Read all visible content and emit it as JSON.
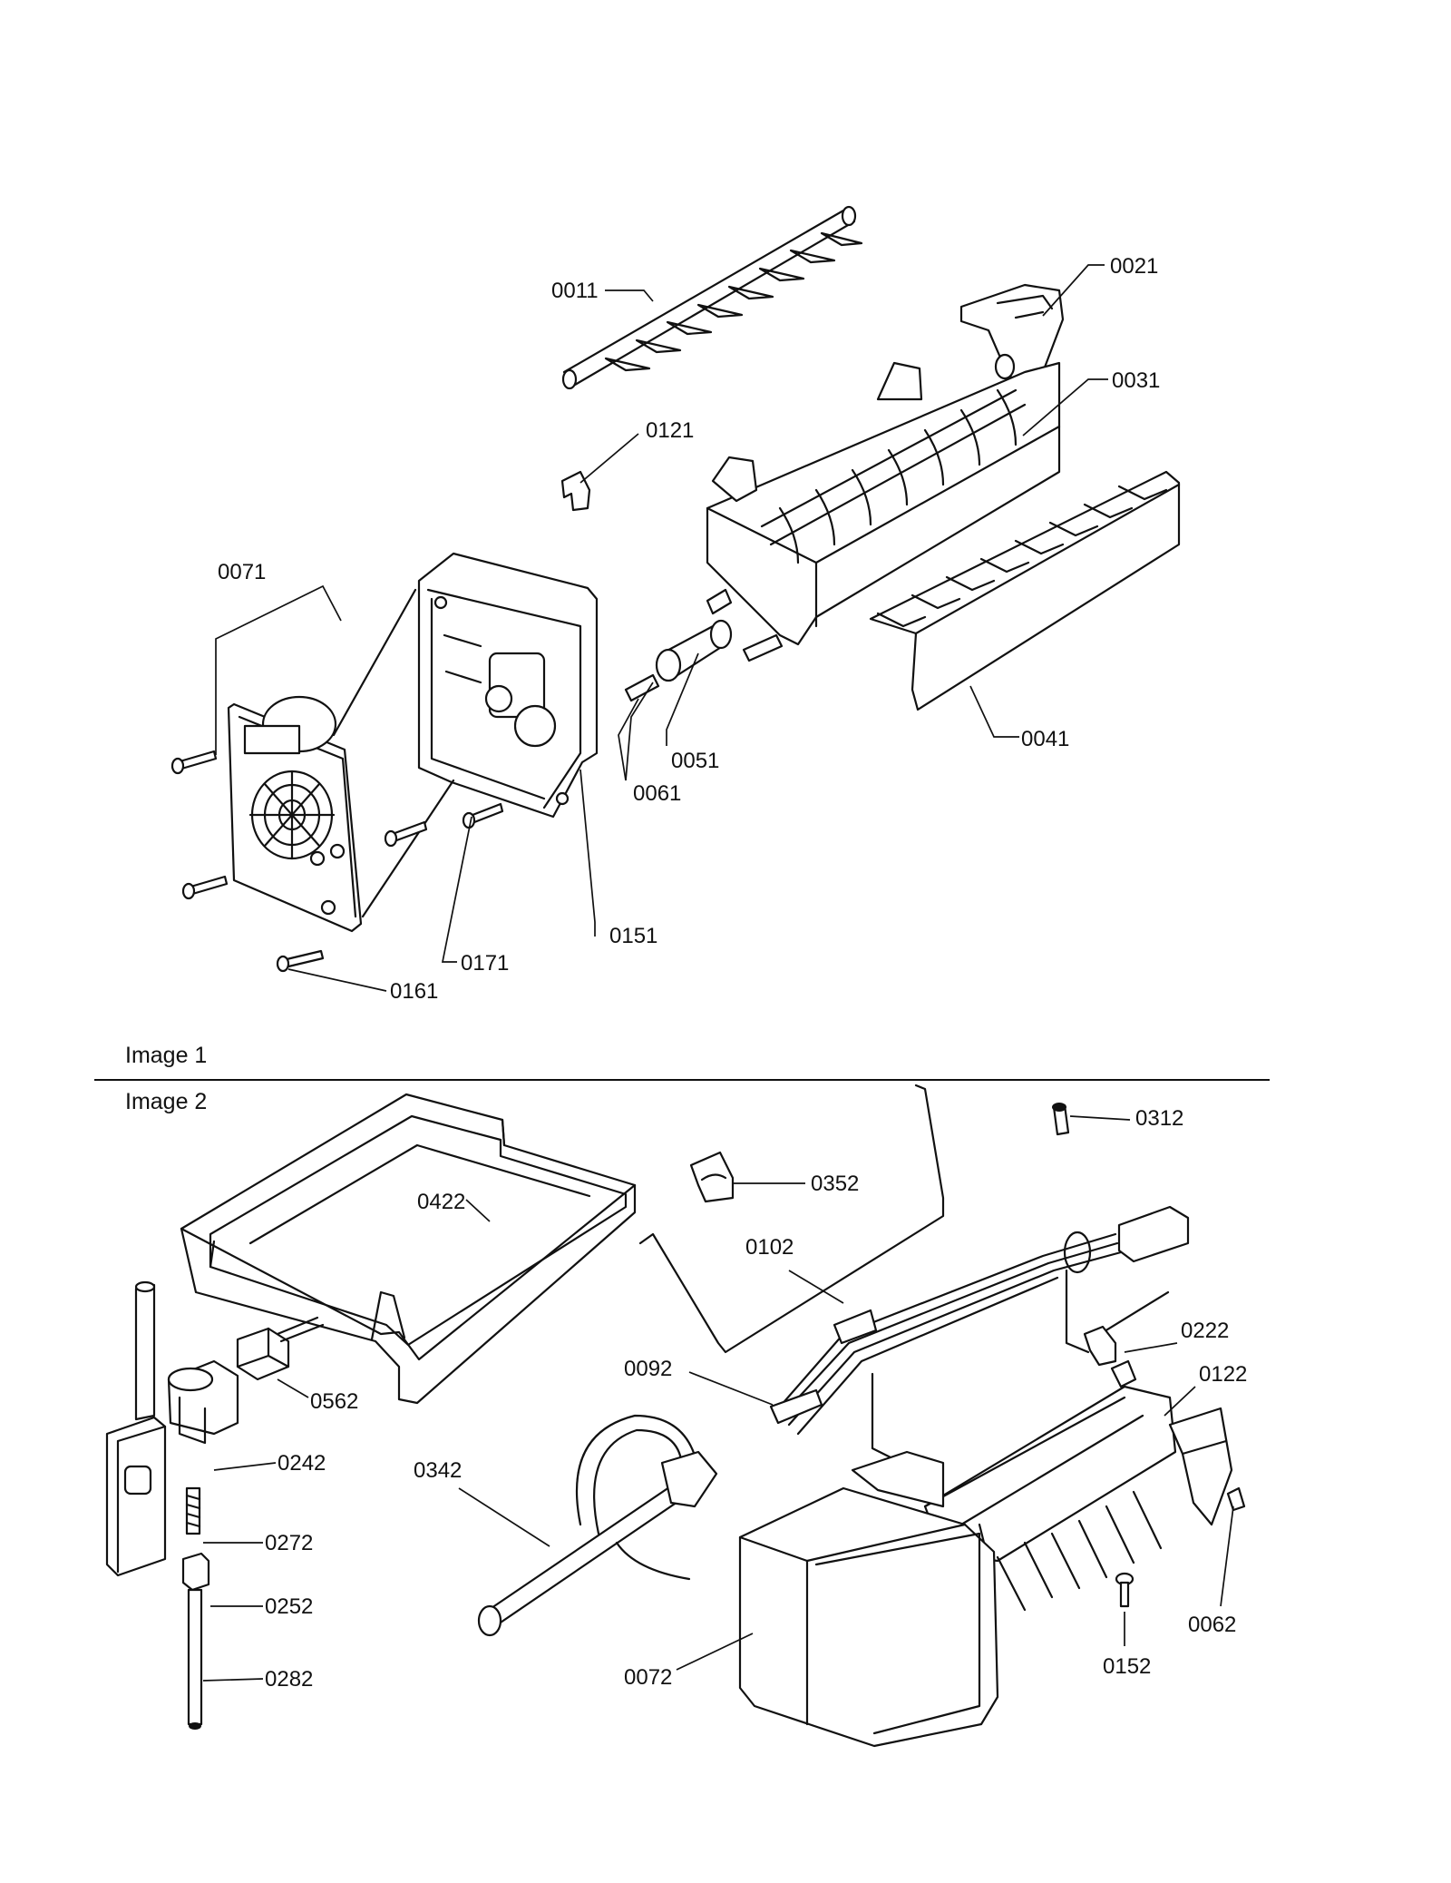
{
  "sections": [
    {
      "label": "Image 1"
    },
    {
      "label": "Image 2"
    }
  ],
  "parts": [
    {
      "id": "0011"
    },
    {
      "id": "0021"
    },
    {
      "id": "0031"
    },
    {
      "id": "0121"
    },
    {
      "id": "0071"
    },
    {
      "id": "0051"
    },
    {
      "id": "0061"
    },
    {
      "id": "0041"
    },
    {
      "id": "0151"
    },
    {
      "id": "0171"
    },
    {
      "id": "0161"
    },
    {
      "id": "0312"
    },
    {
      "id": "0352"
    },
    {
      "id": "0422"
    },
    {
      "id": "0102"
    },
    {
      "id": "0222"
    },
    {
      "id": "0092"
    },
    {
      "id": "0122"
    },
    {
      "id": "0562"
    },
    {
      "id": "0242"
    },
    {
      "id": "0342"
    },
    {
      "id": "0272"
    },
    {
      "id": "0062"
    },
    {
      "id": "0252"
    },
    {
      "id": "0152"
    },
    {
      "id": "0282"
    },
    {
      "id": "0072"
    }
  ]
}
